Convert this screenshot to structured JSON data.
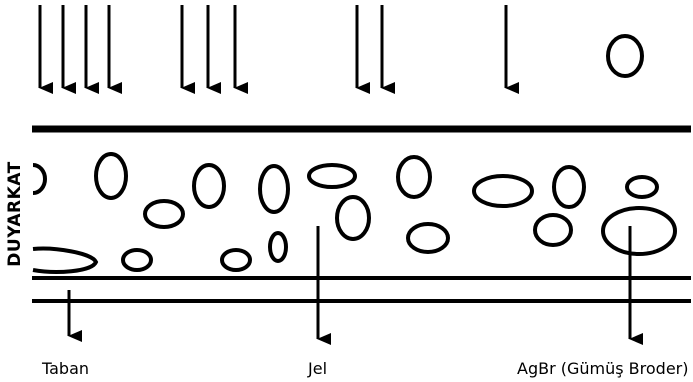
{
  "labels": {
    "side": "DUYARKAT",
    "base": "Taban",
    "gel": "Jel",
    "grain": "AgBr (Gümüş Broder)"
  },
  "colors": {
    "ink": "#000000",
    "background": "#ffffff"
  }
}
